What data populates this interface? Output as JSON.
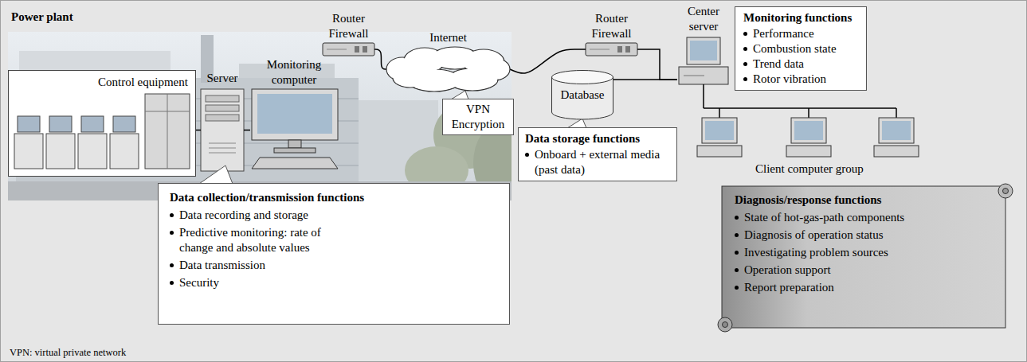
{
  "diagram": {
    "nodes": [
      {
        "text": [
          "Power plant"
        ]
      },
      {
        "text": [
          "Control equipment"
        ],
        "in": 0
      },
      {
        "text": [
          "Server"
        ],
        "in": 0
      },
      {
        "text": [
          "Monitoring computer"
        ],
        "in": 0
      },
      {
        "text": [
          "Data collection/transmission functions",
          "Data recording and storage",
          "Predictive monitoring: rate of change and absolute values",
          "Data transmission",
          "Security"
        ]
      },
      {
        "text": [
          "Router Firewall"
        ]
      },
      {
        "text": [
          "Internet"
        ]
      },
      {
        "text": [
          "VPN Encryption"
        ]
      },
      {
        "text": [
          "Router Firewall"
        ]
      },
      {
        "text": [
          "Database"
        ]
      },
      {
        "text": [
          "Data storage functions",
          "Onboard + external media (past data)"
        ]
      },
      {
        "text": [
          "Center server"
        ]
      },
      {
        "text": [
          "Monitoring functions",
          "Performance",
          "Combustion state",
          "Trend data",
          "Rotor vibration"
        ]
      },
      {
        "text": [
          "Diagnosis/response functions",
          "State of hot-gas-path components",
          "Diagnosis of operation status",
          "Investigating problem sources",
          "Operation support",
          "Report preparation"
        ]
      }
    ],
    "edges": [
      {
        "from": 1,
        "to": 2,
        "arrow": "none"
      },
      {
        "from": 2,
        "to": 3,
        "arrow": "none"
      },
      {
        "from": 5,
        "to": 6,
        "arrow": "none"
      },
      {
        "from": 6,
        "to": 8,
        "arrow": "none"
      },
      {
        "from": 8,
        "to": 11,
        "arrow": "none"
      },
      {
        "from": 9,
        "to": 11,
        "arrow": "none"
      }
    ],
    "labels": [
      "Client computer group",
      "VPN: virtual private network"
    ]
  }
}
